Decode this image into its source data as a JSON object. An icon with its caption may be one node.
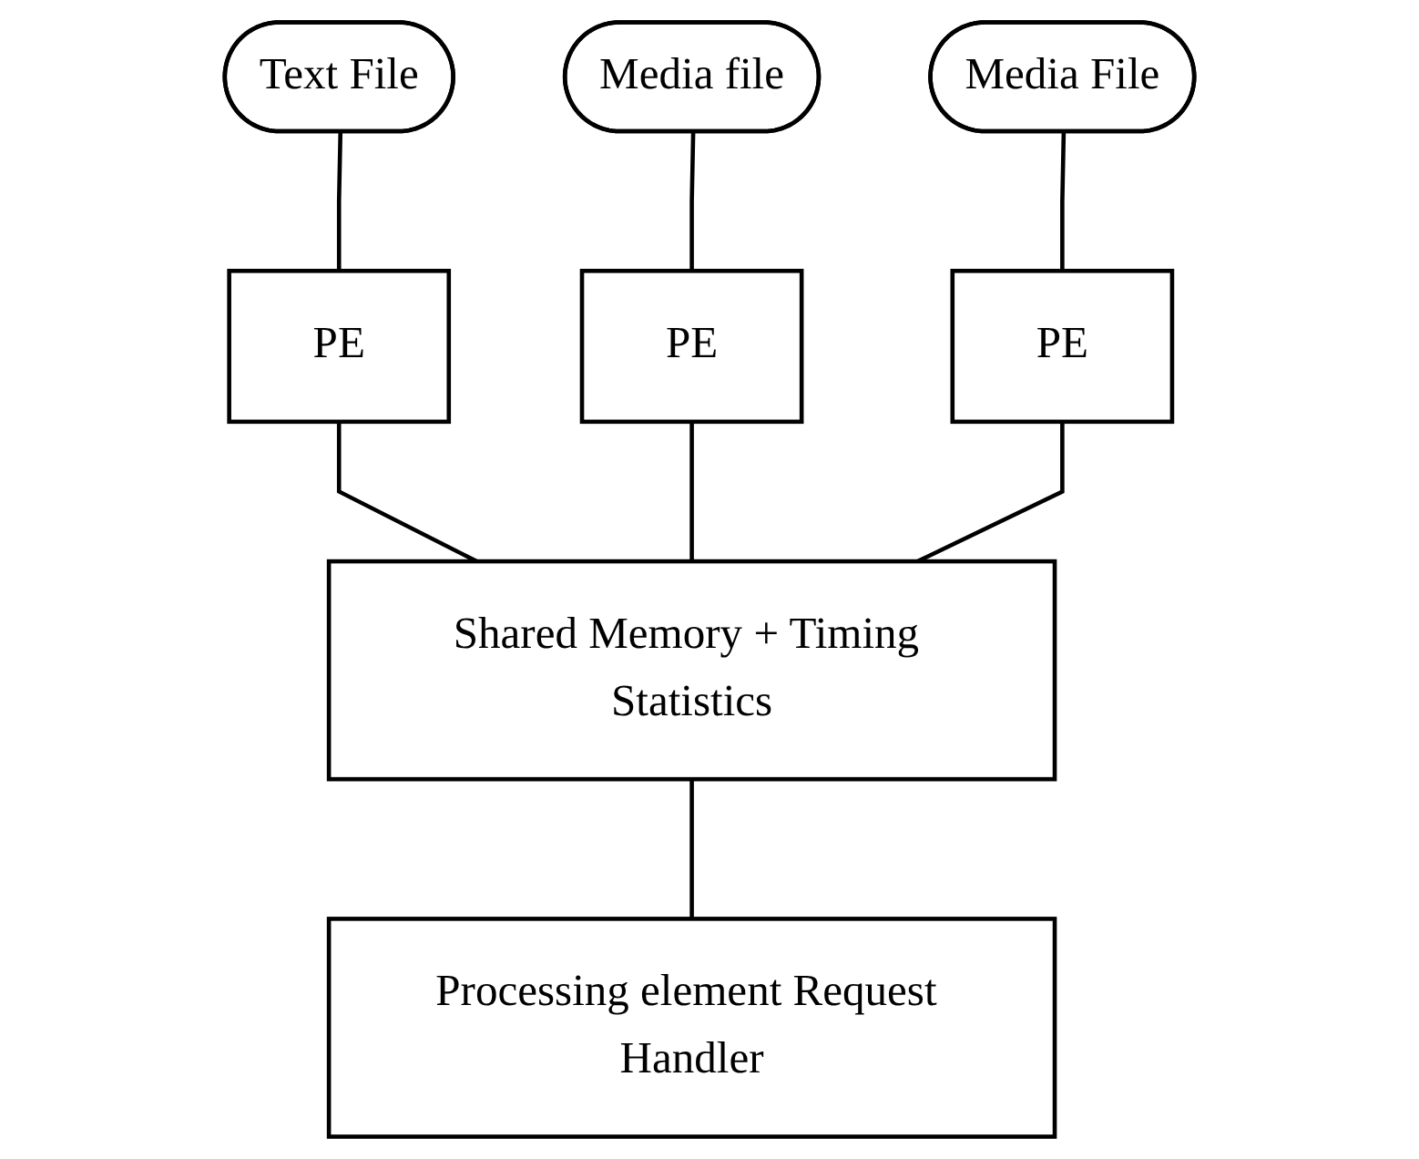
{
  "diagram": {
    "nodes": [
      {
        "text": [
          "Text File"
        ]
      },
      {
        "text": [
          "Media file"
        ]
      },
      {
        "text": [
          "Media File"
        ]
      },
      {
        "text": [
          "PE"
        ]
      },
      {
        "text": [
          "PE"
        ]
      },
      {
        "text": [
          "PE"
        ]
      },
      {
        "text": [
          "Shared Memory + Timing Statistics"
        ]
      },
      {
        "text": [
          "Processing element Request Handler"
        ]
      }
    ],
    "edges": [
      {
        "from": 0,
        "to": 3,
        "arrow": "none"
      },
      {
        "from": 1,
        "to": 4,
        "arrow": "none"
      },
      {
        "from": 2,
        "to": 5,
        "arrow": "none"
      },
      {
        "from": 3,
        "to": 6,
        "arrow": "none"
      },
      {
        "from": 4,
        "to": 6,
        "arrow": "none"
      },
      {
        "from": 5,
        "to": 6,
        "arrow": "none"
      },
      {
        "from": 6,
        "to": 7,
        "arrow": "none"
      }
    ]
  }
}
